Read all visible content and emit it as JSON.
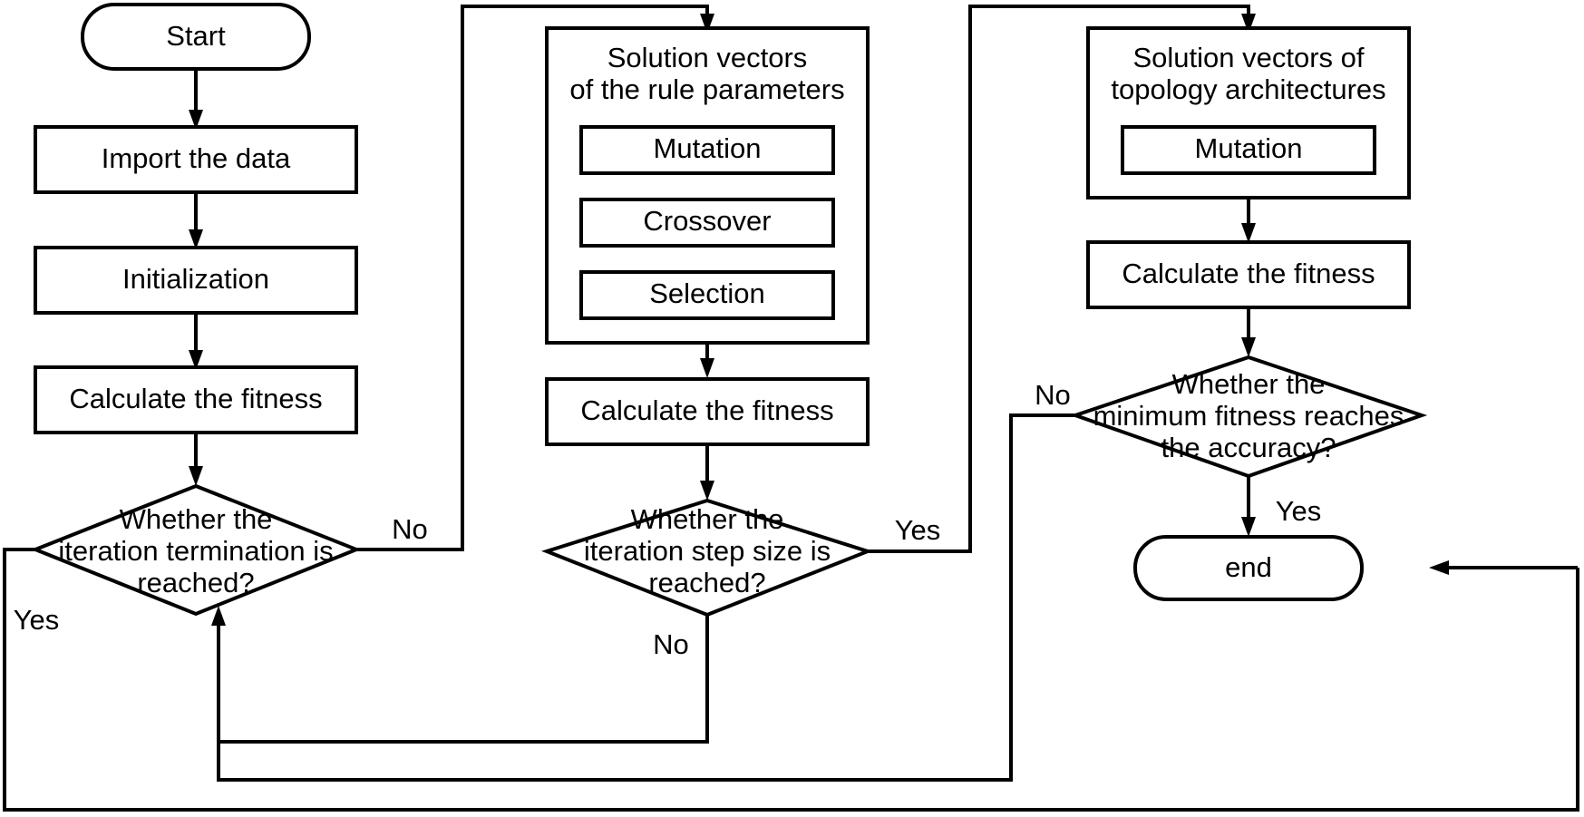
{
  "diagram": {
    "title": "Evolutionary algorithm optimization flowchart",
    "background_color": "#ffffff",
    "line_color": "#000000",
    "text_color": "#000000"
  },
  "nodes": {
    "start": {
      "label": "Start",
      "shape": "rounded-terminator"
    },
    "import_data": {
      "label": "Import the data",
      "shape": "process"
    },
    "initialization": {
      "label": "Initialization",
      "shape": "process"
    },
    "calc_fitness_left": {
      "label": "Calculate the fitness",
      "shape": "process"
    },
    "decision_left": {
      "label_line1": "Whether the",
      "label_line2": "iteration termination is",
      "label_line3": "reached?",
      "shape": "decision"
    },
    "group_rule_params": {
      "label_line1": "Solution vectors",
      "label_line2": "of the rule parameters",
      "shape": "group"
    },
    "mutation_mid": {
      "label": "Mutation",
      "shape": "process"
    },
    "crossover_mid": {
      "label": "Crossover",
      "shape": "process"
    },
    "selection_mid": {
      "label": "Selection",
      "shape": "process"
    },
    "calc_fitness_mid": {
      "label": "Calculate the fitness",
      "shape": "process"
    },
    "decision_mid": {
      "label_line1": "Whether the",
      "label_line2": "iteration step size is",
      "label_line3": "reached?",
      "shape": "decision"
    },
    "group_topology": {
      "label_line1": "Solution vectors of",
      "label_line2": "topology architectures",
      "shape": "group"
    },
    "mutation_right": {
      "label": "Mutation",
      "shape": "process"
    },
    "calc_fitness_right": {
      "label": "Calculate  the fitness",
      "shape": "process"
    },
    "decision_right": {
      "label_line1": "Whether the",
      "label_line2": "minimum fitness reaches",
      "label_line3": "the accuracy?",
      "shape": "decision"
    },
    "end": {
      "label": "end",
      "shape": "rounded-terminator"
    }
  },
  "edge_labels": {
    "left_no": "No",
    "left_yes": "Yes",
    "mid_yes": "Yes",
    "mid_no": "No",
    "right_no": "No",
    "right_yes": "Yes"
  }
}
